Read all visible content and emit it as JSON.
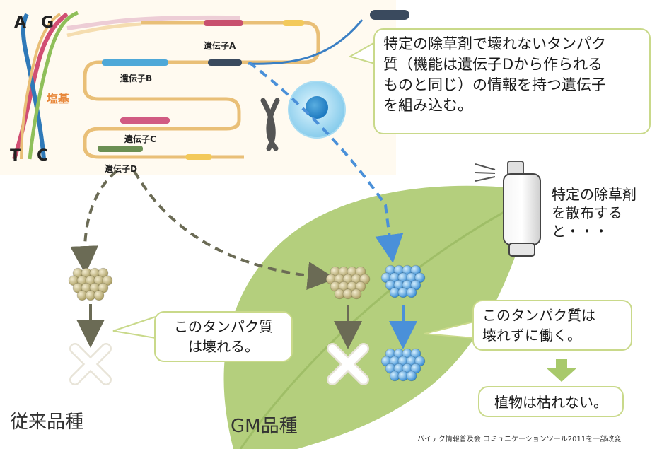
{
  "dna_letters": {
    "a": "A",
    "g": "G",
    "t": "T",
    "c": "C"
  },
  "chromosome_label": "塩基",
  "genes": {
    "a": "遺伝子A",
    "b": "遺伝子B",
    "c": "遺伝子C",
    "d": "遺伝子D"
  },
  "callout_top": {
    "lines": [
      "特定の除草剤で壊れないタンパク",
      "質（機能は遺伝子Dから作られる",
      "ものと同じ）の情報を持つ遺伝子",
      "を組み込む。"
    ]
  },
  "spray_text": {
    "lines": [
      "特定の除草剤",
      "を散布する",
      "と・・・"
    ]
  },
  "callout_left": {
    "lines": [
      "このタンパク質",
      "は壊れる。"
    ]
  },
  "callout_right": {
    "lines": [
      "このタンパク質は",
      "壊れずに働く。"
    ]
  },
  "result_box": "植物は枯れない。",
  "label_conventional": "従来品種",
  "label_gm": "GM品種",
  "credit": "バイテク情報普及会 コミュニケーションツール2011を一部改変",
  "colors": {
    "leaf": "#b4cf7d",
    "gene_a": "#c8506e",
    "gene_b": "#4ea8d8",
    "gene_c": "#d15b82",
    "gene_d": "#6b8f53",
    "gene_inserted": "#3a4a5e",
    "arrow_blue": "#4a90d9",
    "arrow_gray": "#6b6b55",
    "strand": "#e9bf77",
    "callout_border": "#c9d98a",
    "result_arrow": "#a8c96b"
  }
}
